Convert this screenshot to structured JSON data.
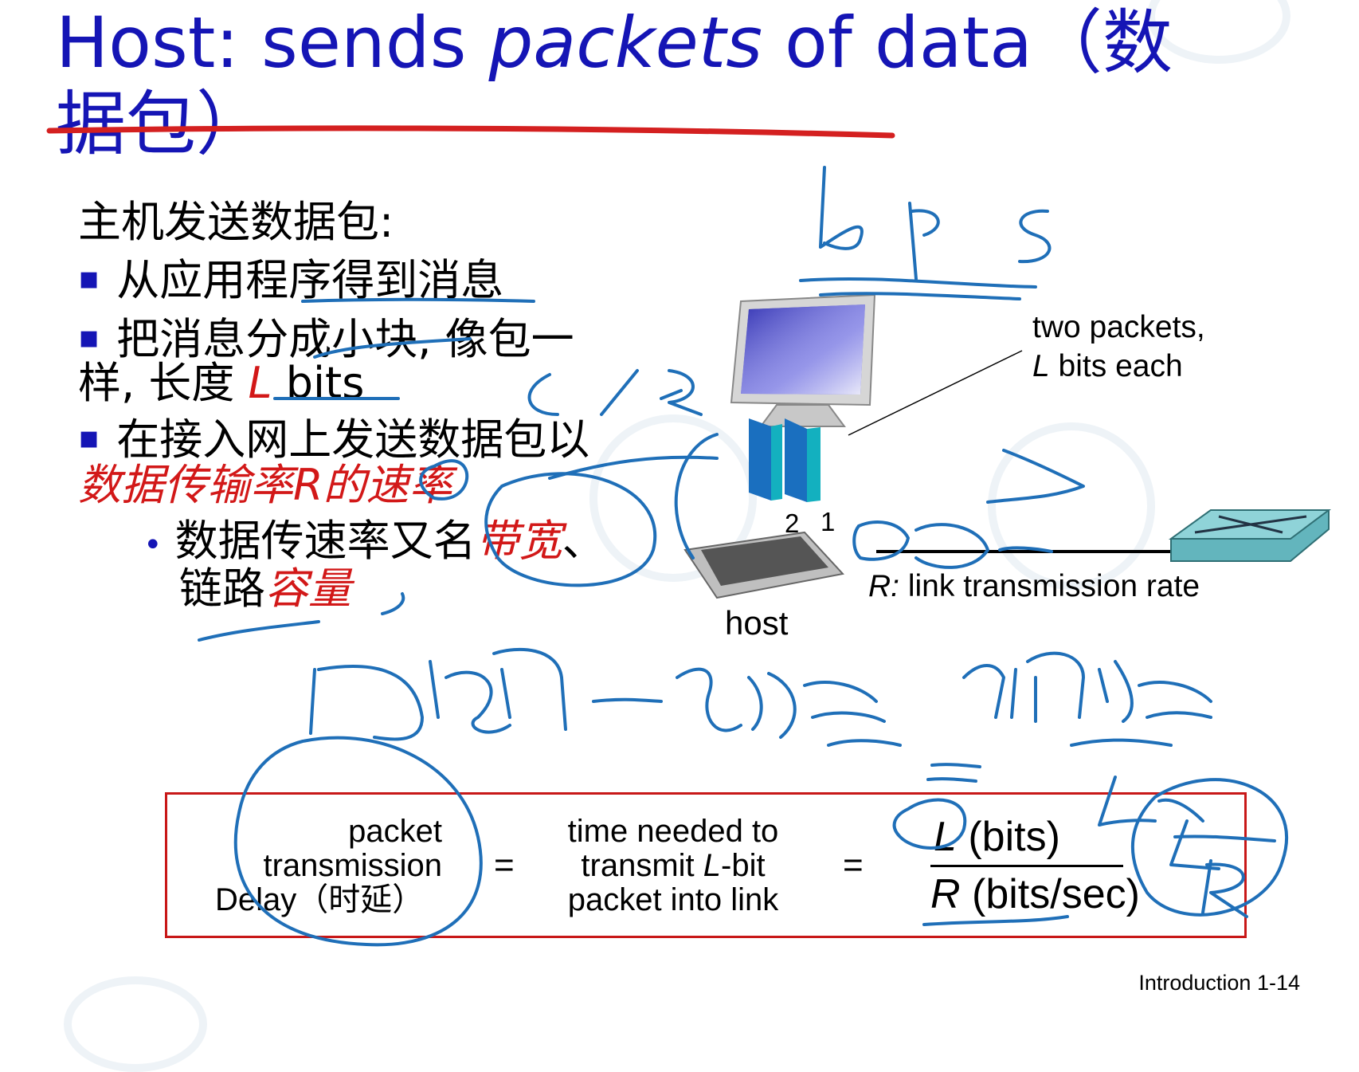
{
  "slide": {
    "title_line1_prefix": "Host: sends ",
    "title_line1_italic": "packets",
    "title_line1_suffix": " of data（数",
    "title_line2": "据包）",
    "intro": "主机发送数据包:",
    "bullet1": "从应用程序得到消息",
    "bullet2_line1": "把消息分成小块, 像包一",
    "bullet2_line2_prefix": "样, 长度 ",
    "bullet2_line2_L": "L",
    "bullet2_line2_suffix": " bits",
    "bullet3_line1": "在接入网上发送数据包以",
    "bullet3_line2_red": "数据传输率R的速率",
    "sub_line1_prefix": "数据传速率又名",
    "sub_line1_red": "带宽",
    "sub_line1_suffix": "、",
    "sub_line2_prefix": "链路",
    "sub_line2_red": "容量",
    "page_label": "Introduction 1-14"
  },
  "diagram": {
    "packets_label_line1": "two packets,",
    "packets_label_line2_L": "L",
    "packets_label_line2_rest": " bits each",
    "packet_number_2": "2",
    "packet_number_1": "1",
    "rate_label_R": "R:",
    "rate_label_rest": " link transmission rate",
    "host_label": "host"
  },
  "formula": {
    "left_line1": "packet",
    "left_line2": "transmission",
    "left_line3": "Delay（时延）",
    "equals1": "=",
    "middle_line1": "time needed to",
    "middle_line2_prefix": "transmit ",
    "middle_line2_L": "L",
    "middle_line2_suffix": "-bit",
    "middle_line3": "packet into link",
    "equals2": "=",
    "numerator_L": "L",
    "numerator_rest": " (bits)",
    "denominator_R": "R",
    "denominator_rest": " (bits/sec)"
  },
  "colors": {
    "title_blue": "#1515b5",
    "emphasis_red": "#d21818",
    "ink_blue": "#1f6fb8",
    "ink_red": "#d42020",
    "box_red": "#c81818"
  }
}
